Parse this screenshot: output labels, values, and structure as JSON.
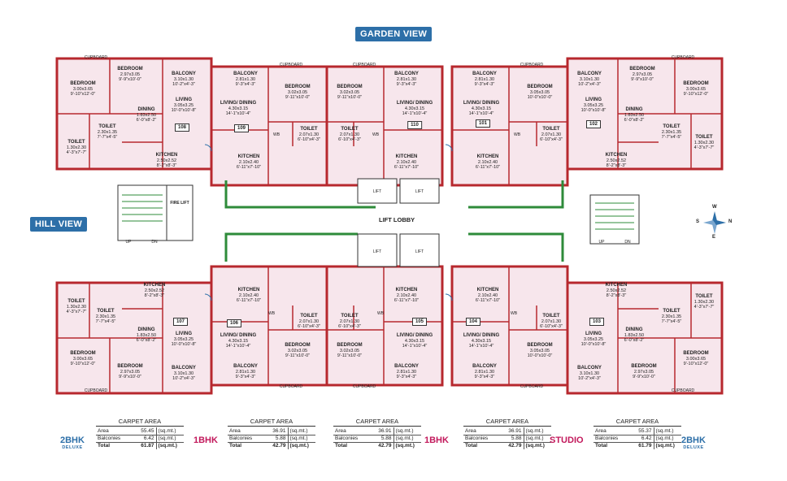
{
  "banners": {
    "garden": "GARDEN VIEW",
    "hill": "HILL VIEW"
  },
  "lobby": "LIFT LOBBY",
  "compass": {
    "n": "N",
    "s": "S",
    "e": "E",
    "w": "W"
  },
  "tags": {
    "lift": "LIFT",
    "fire_lift": "FIRE LIFT",
    "up": "UP",
    "dn": "DN",
    "wb": "WB",
    "cupboard": "CUPBOARD"
  },
  "units": [
    {
      "no": "108"
    },
    {
      "no": "109"
    },
    {
      "no": "110"
    },
    {
      "no": "101"
    },
    {
      "no": "102"
    },
    {
      "no": "107"
    },
    {
      "no": "106"
    },
    {
      "no": "105"
    },
    {
      "no": "104"
    },
    {
      "no": "103"
    }
  ],
  "rooms": [
    {
      "name": "BEDROOM",
      "metric": "3.00x3.65",
      "imperial": "9'-10\"x12'-0\""
    },
    {
      "name": "BEDROOM",
      "metric": "2.97x3.05",
      "imperial": "9'-9\"x10'-0\""
    },
    {
      "name": "BALCONY",
      "metric": "3.10x1.30",
      "imperial": "10'-2\"x4'-3\""
    },
    {
      "name": "LIVING",
      "metric": "3.05x3.25",
      "imperial": "10'-0\"x10'-8\""
    },
    {
      "name": "DINING",
      "metric": "1.83x2.50",
      "imperial": "6'-0\"x8'-2\""
    },
    {
      "name": "TOILET",
      "metric": "2.30x1.35",
      "imperial": "7'-7\"x4'-5\""
    },
    {
      "name": "TOILET",
      "metric": "1.30x2.30",
      "imperial": "4'-3\"x7'-7\""
    },
    {
      "name": "KITCHEN",
      "metric": "2.50x2.52",
      "imperial": "8'-2\"x8'-3\""
    },
    {
      "name": "BALCONY",
      "metric": "2.81x1.30",
      "imperial": "9'-3\"x4'-3\""
    },
    {
      "name": "LIVING/ DINING",
      "metric": "4.30x3.15",
      "imperial": "14'-1\"x10'-4\""
    },
    {
      "name": "BEDROOM",
      "metric": "3.02x3.05",
      "imperial": "9'-11\"x10'-0\""
    },
    {
      "name": "TOILET",
      "metric": "2.07x1.30",
      "imperial": "6'-10\"x4'-3\""
    },
    {
      "name": "KITCHEN",
      "metric": "2.10x2.40",
      "imperial": "6'-11\"x7'-10\""
    },
    {
      "name": "BEDROOM",
      "metric": "3.05x3.05",
      "imperial": "10'-0\"x10'-0\""
    }
  ],
  "tables": [
    {
      "title": "CARPET AREA",
      "type": "2BHK",
      "sub": "DELUXE",
      "rows": [
        {
          "k": "Area",
          "v": "55.45",
          "u": "(sq.mt.)"
        },
        {
          "k": "Balconies",
          "v": "6.42",
          "u": "(sq.mt.)"
        },
        {
          "k": "Total",
          "v": "61.87",
          "u": "(sq.mt.)"
        }
      ]
    },
    {
      "title": "CARPET AREA",
      "type": "1BHK",
      "sub": "",
      "rows": [
        {
          "k": "Area",
          "v": "36.91",
          "u": "(sq.mt.)"
        },
        {
          "k": "Balconies",
          "v": "5.88",
          "u": "(sq.mt.)"
        },
        {
          "k": "Total",
          "v": "42.79",
          "u": "(sq.mt.)"
        }
      ]
    },
    {
      "title": "CARPET AREA",
      "type": "1BHK",
      "sub": "",
      "rows": [
        {
          "k": "Area",
          "v": "36.91",
          "u": "(sq.mt.)"
        },
        {
          "k": "Balconies",
          "v": "5.88",
          "u": "(sq.mt.)"
        },
        {
          "k": "Total",
          "v": "42.79",
          "u": "(sq.mt.)"
        }
      ]
    },
    {
      "title": "CARPET AREA",
      "type": "STUDIO",
      "sub": "",
      "rows": [
        {
          "k": "Area",
          "v": "36.91",
          "u": "(sq.mt.)"
        },
        {
          "k": "Balconies",
          "v": "5.88",
          "u": "(sq.mt.)"
        },
        {
          "k": "Total",
          "v": "42.79",
          "u": "(sq.mt.)"
        }
      ]
    },
    {
      "title": "CARPET AREA",
      "type": "2BHK",
      "sub": "DELUXE",
      "rows": [
        {
          "k": "Area",
          "v": "55.37",
          "u": "(sq.mt.)"
        },
        {
          "k": "Balconies",
          "v": "6.42",
          "u": "(sq.mt.)"
        },
        {
          "k": "Total",
          "v": "61.79",
          "u": "(sq.mt.)"
        }
      ]
    }
  ],
  "colors": {
    "wall": "#b7282e",
    "floor": "#f7e6ec",
    "green": "#2e8b3a",
    "blue": "#2d6fa8",
    "pink": "#c2185b"
  }
}
